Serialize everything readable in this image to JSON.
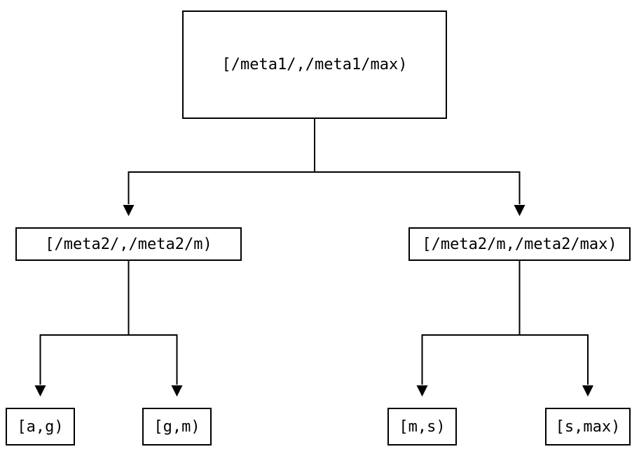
{
  "diagram": {
    "type": "range-partition-tree",
    "nodes": {
      "root": {
        "label": "[/meta1/,/meta1/max)"
      },
      "left": {
        "label": "[/meta2/,/meta2/m)"
      },
      "right": {
        "label": "[/meta2/m,/meta2/max)"
      },
      "leaf_ag": {
        "label": "[a,g)"
      },
      "leaf_gm": {
        "label": "[g,m)"
      },
      "leaf_ms": {
        "label": "[m,s)"
      },
      "leaf_smax": {
        "label": "[s,max)"
      }
    },
    "edges": [
      {
        "from": "root",
        "to": "left"
      },
      {
        "from": "root",
        "to": "right"
      },
      {
        "from": "left",
        "to": "leaf_ag"
      },
      {
        "from": "left",
        "to": "leaf_gm"
      },
      {
        "from": "right",
        "to": "leaf_ms"
      },
      {
        "from": "right",
        "to": "leaf_smax"
      }
    ],
    "colors": {
      "background": "#ffffff",
      "line": "#000000",
      "box_border": "#000000",
      "text": "#000000"
    }
  }
}
